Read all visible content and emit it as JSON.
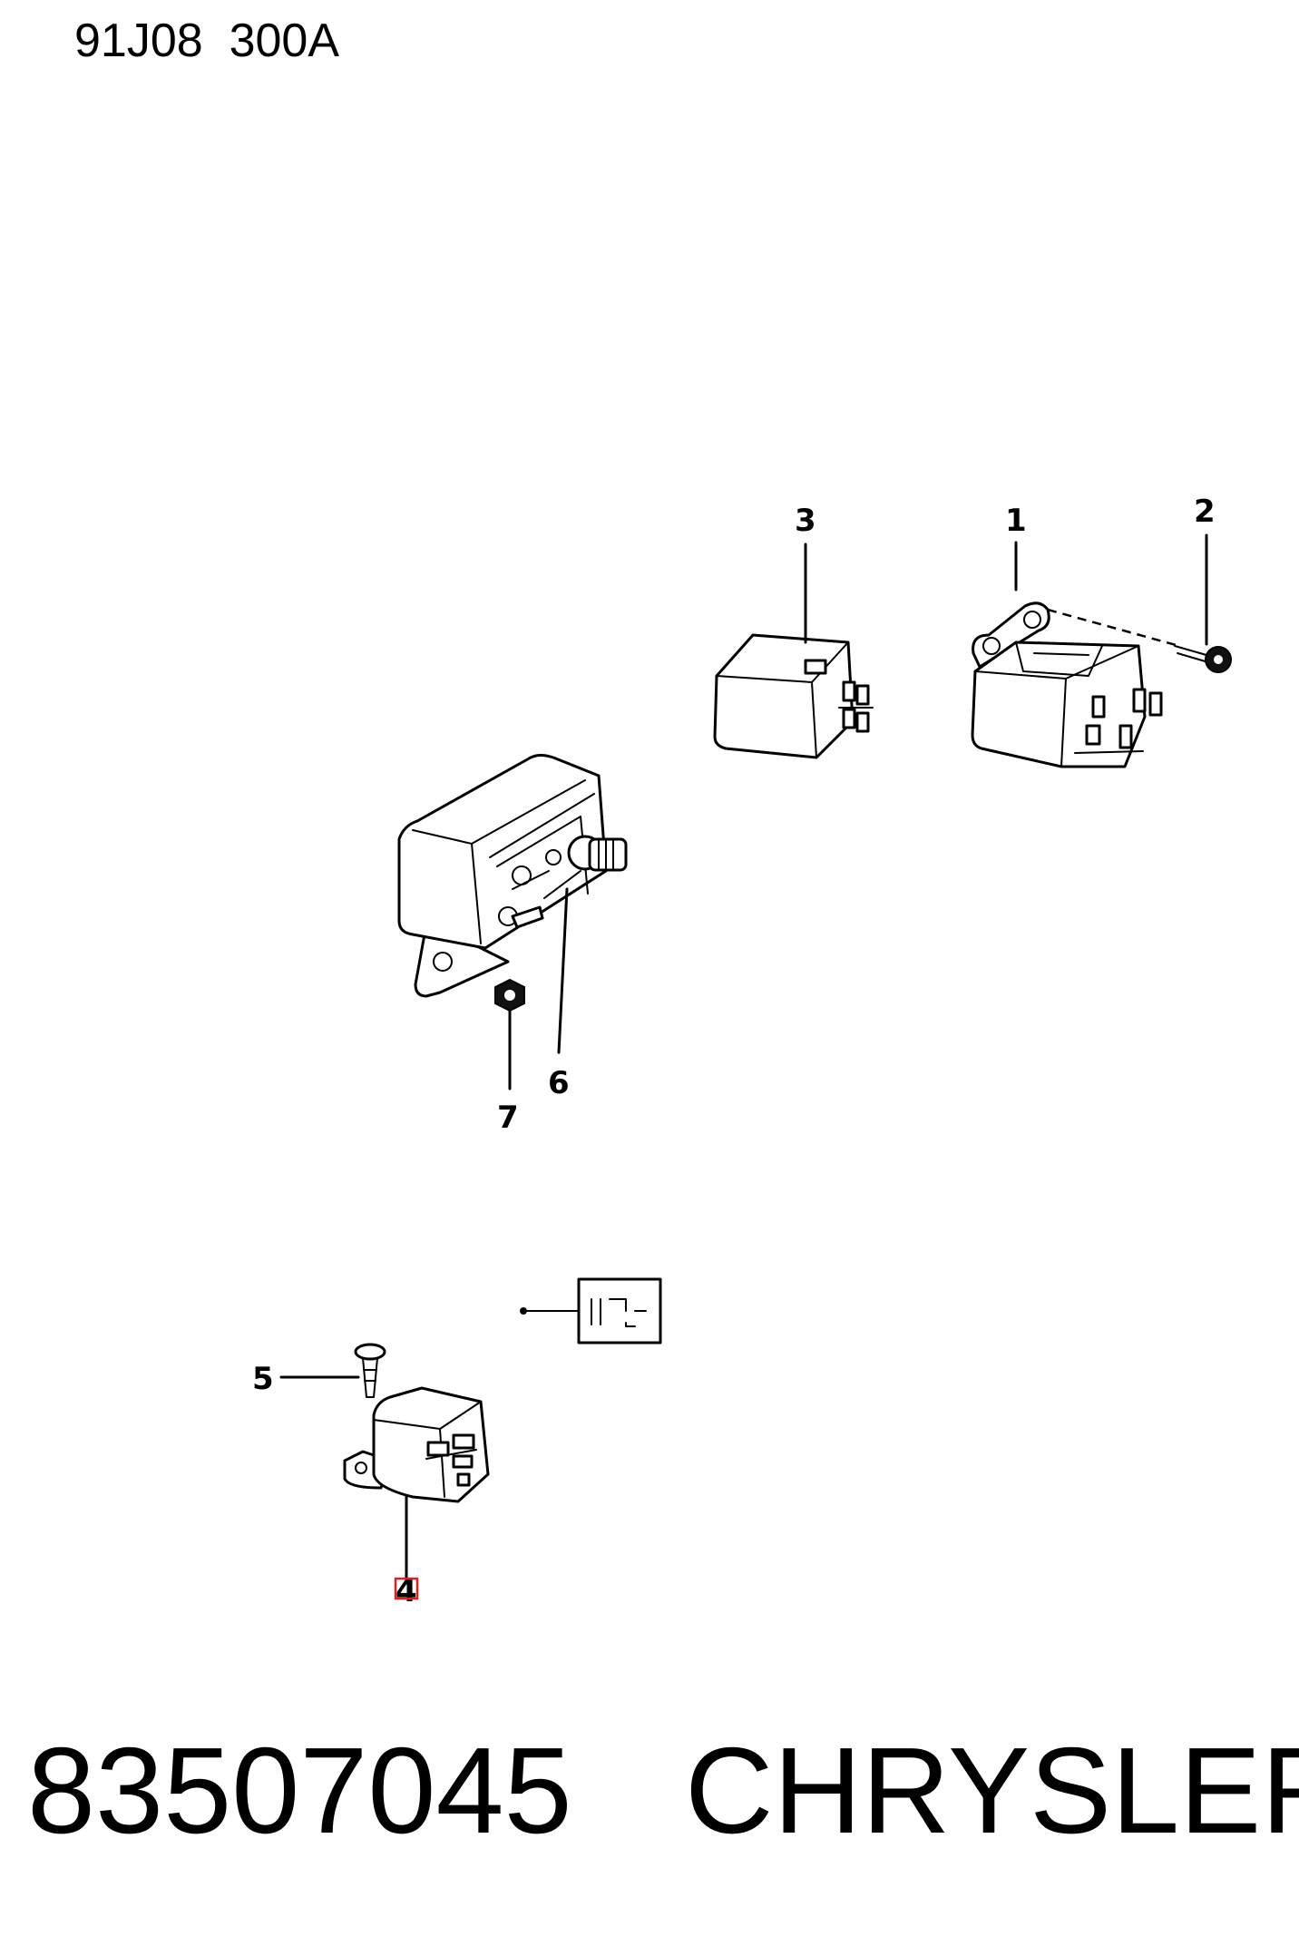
{
  "header": {
    "code": "91J08  300A"
  },
  "callouts": {
    "c1": "1",
    "c2": "2",
    "c3": "3",
    "c4": "4",
    "c5": "5",
    "c6": "6",
    "c7": "7"
  },
  "footer": {
    "part_number": "83507045",
    "brand": "CHRYSLER"
  },
  "highlight_color": "#e02020"
}
